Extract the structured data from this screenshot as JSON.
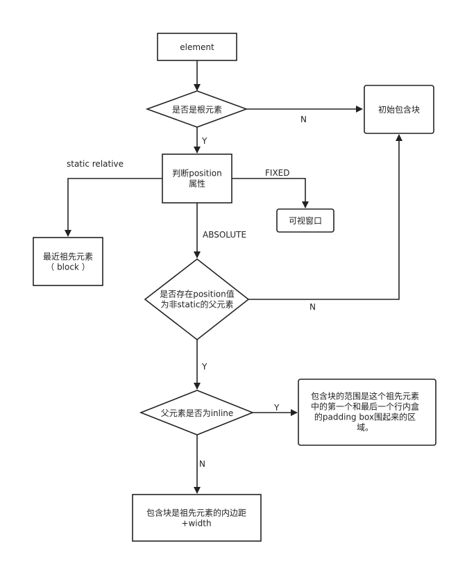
{
  "nodes": {
    "element": {
      "lines": [
        "element"
      ]
    },
    "is_root": {
      "lines": [
        "是否是根元素"
      ]
    },
    "initial_block": {
      "lines": [
        "初始包含块"
      ]
    },
    "position_check": {
      "lines": [
        "判断position",
        "属性"
      ]
    },
    "viewport": {
      "lines": [
        "可视窗口"
      ]
    },
    "nearest_ancestor": {
      "lines": [
        "最近祖先元素",
        "（ block ）"
      ]
    },
    "has_positioned_parent": {
      "lines": [
        "是否存在position值",
        "为非static的父元素"
      ]
    },
    "parent_inline": {
      "lines": [
        "父元素是否为inline"
      ]
    },
    "inline_result": {
      "lines": [
        "包含块的范围是这个祖先元素",
        "中的第一个和最后一个行内盒",
        "的padding box围起来的区",
        "域。"
      ]
    },
    "block_result": {
      "lines": [
        "包含块是祖先元素的内边距",
        "+width"
      ]
    }
  },
  "edges": {
    "root_no": "N",
    "root_yes": "Y",
    "static_relative": "static relative",
    "fixed": "FIXED",
    "absolute": "ABSOLUTE",
    "positioned_no": "N",
    "positioned_yes": "Y",
    "inline_yes": "Y",
    "inline_no": "N"
  }
}
